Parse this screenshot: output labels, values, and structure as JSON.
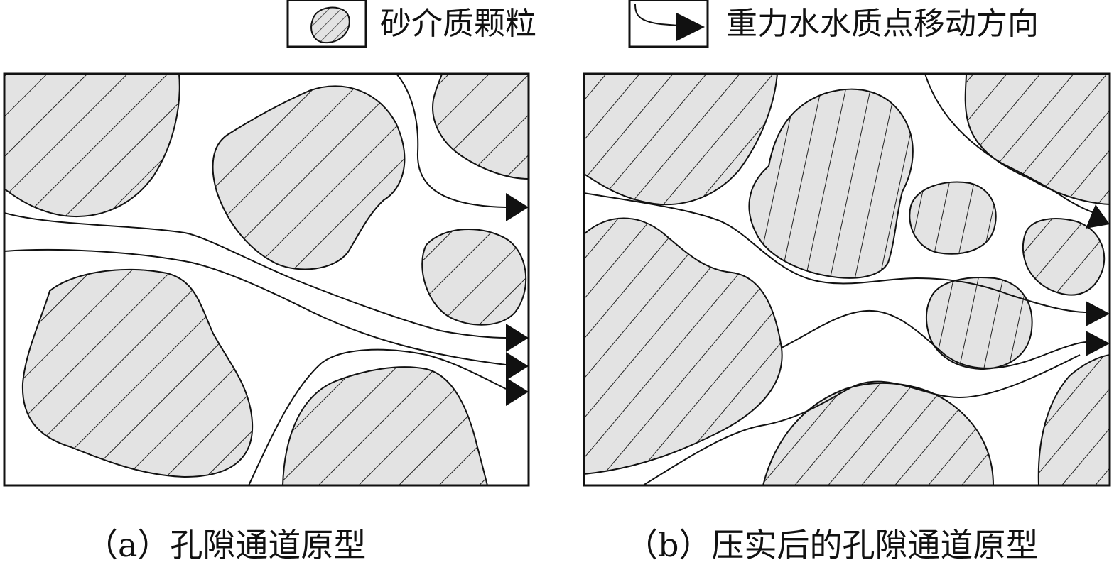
{
  "legend": {
    "grain_label": "砂介质颗粒",
    "flow_label": "重力水水质点移动方向"
  },
  "panels": {
    "a": {
      "caption": "（a）孔隙通道原型"
    },
    "b": {
      "caption": "（b）压实后的孔隙通道原型"
    }
  },
  "colors": {
    "grain_fill": "#e3e3e3",
    "line": "#111111",
    "background": "#ffffff"
  }
}
